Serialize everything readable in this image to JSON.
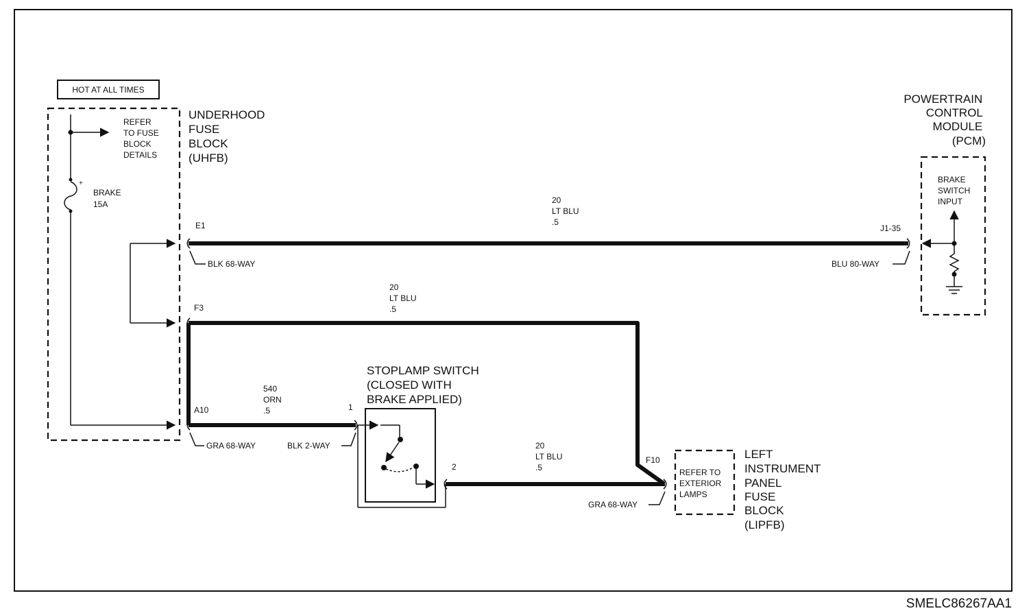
{
  "figure_id": "SMELC86267AA1",
  "hot_label": "HOT AT ALL TIMES",
  "uhfb": {
    "name_lines": [
      "UNDERHOOD",
      "FUSE",
      "BLOCK",
      "(UHFB)"
    ],
    "refer_lines": [
      "REFER",
      "TO FUSE",
      "BLOCK",
      "DETAILS"
    ],
    "fuse_lines": [
      "BRAKE",
      "15A"
    ],
    "fuse_mark": "+"
  },
  "pcm": {
    "name_lines": [
      "POWERTRAIN",
      "CONTROL",
      "MODULE",
      "(PCM)"
    ],
    "input_lines": [
      "BRAKE",
      "SWITCH",
      "INPUT"
    ]
  },
  "stoplamp": {
    "name_lines": [
      "STOPLAMP SWITCH",
      "(CLOSED WITH",
      "BRAKE APPLIED)"
    ],
    "pin1": "1",
    "pin2": "2"
  },
  "lipfb": {
    "name_lines": [
      "LEFT",
      "INSTRUMENT",
      "PANEL",
      "FUSE",
      "BLOCK",
      "(LIPFB)"
    ],
    "refer_lines": [
      "REFER TO",
      "EXTERIOR",
      "LAMPS"
    ]
  },
  "connectors": {
    "e1": "E1",
    "f3": "F3",
    "a10": "A10",
    "f10": "F10",
    "j1_35": "J1-35",
    "blk68": "BLK 68-WAY",
    "blu80": "BLU 80-WAY",
    "gra68_left": "GRA 68-WAY",
    "blk2": "BLK 2-WAY",
    "gra68_right": "GRA 68-WAY"
  },
  "wires": {
    "top": [
      "20",
      "LT BLU",
      ".5"
    ],
    "middle": [
      "20",
      "LT BLU",
      ".5"
    ],
    "orange": [
      "540",
      "ORN",
      ".5"
    ],
    "bottom": [
      "20",
      "LT BLU",
      ".5"
    ]
  }
}
